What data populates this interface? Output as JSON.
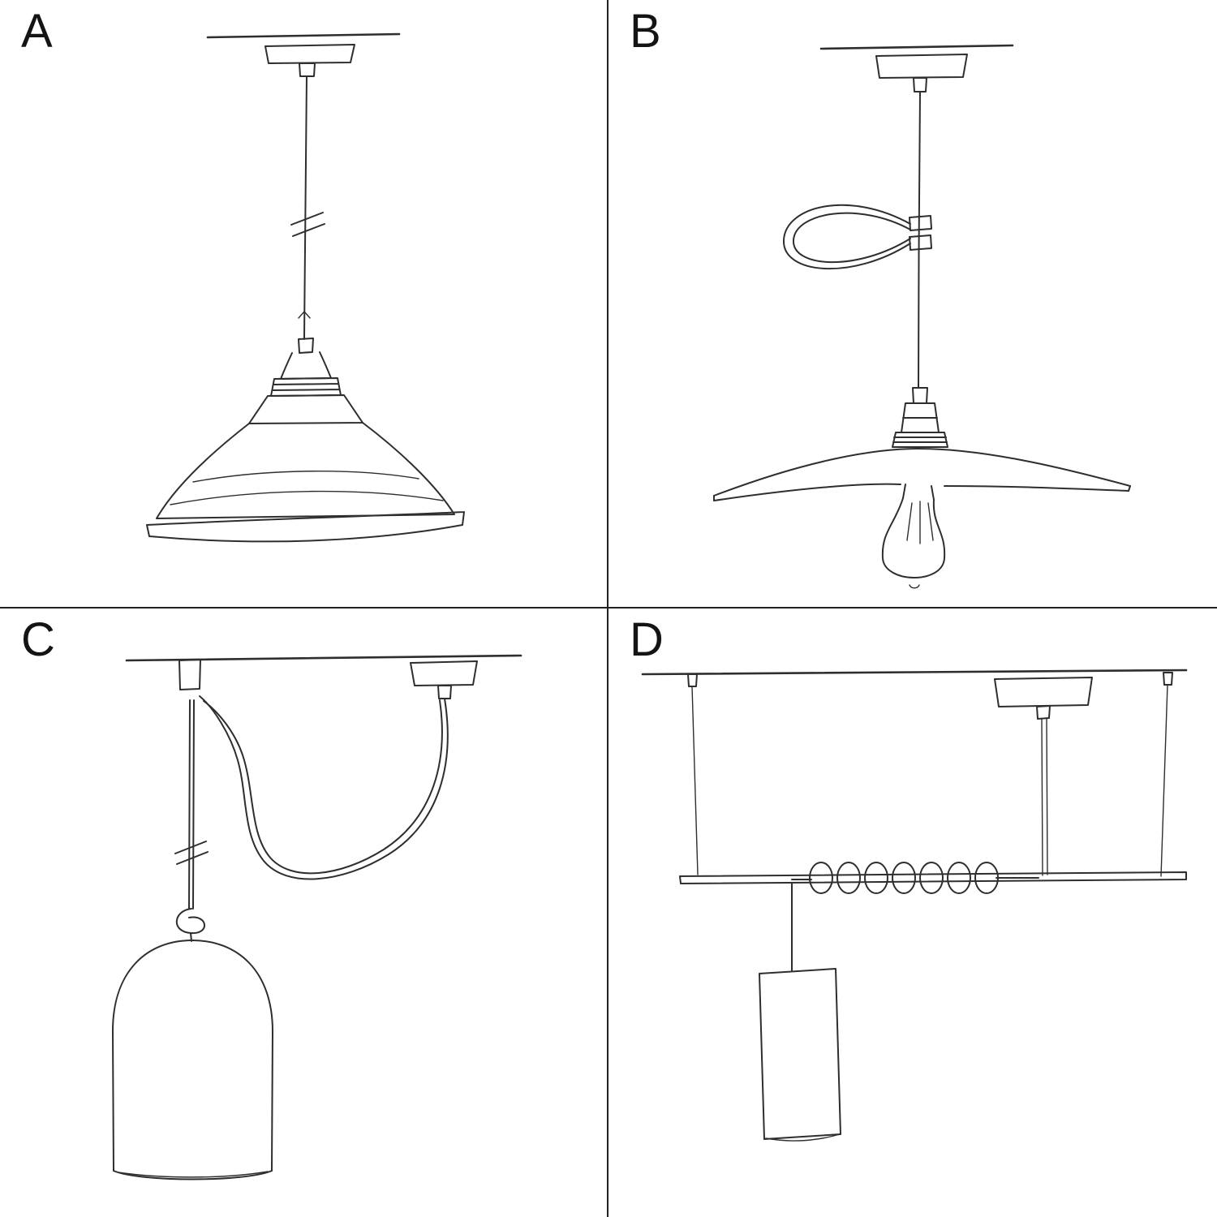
{
  "colors": {
    "ink": "#2e2e2e",
    "divider": "#222222",
    "background": "#ffffff",
    "label": "#141414"
  },
  "panels": [
    {
      "label": "A",
      "sketch": "pendant-straight-cable-industrial-shade"
    },
    {
      "label": "B",
      "sketch": "pendant-cable-tie-flat-shade-exposed-bulb"
    },
    {
      "label": "C",
      "sketch": "swag-pendant-hook-knot-bell-shade"
    },
    {
      "label": "D",
      "sketch": "suspended-bar-coiled-cable-cylinder-shade"
    }
  ]
}
